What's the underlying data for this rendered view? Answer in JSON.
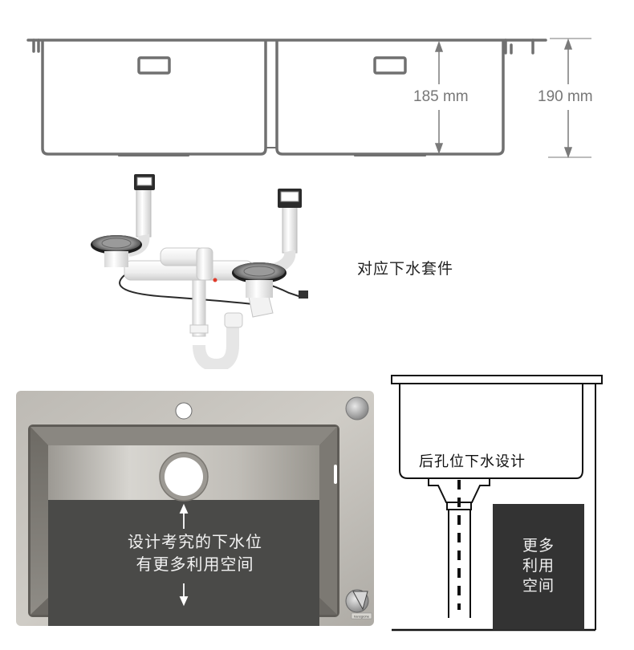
{
  "top_drawing": {
    "inner_depth_label": "185 mm",
    "outer_depth_label": "190 mm",
    "line_color": "#6f6f6f"
  },
  "drain_kit": {
    "label": "对应下水套件"
  },
  "sink_photo": {
    "overlay_line1": "设计考究的下水位",
    "overlay_line2": "有更多利用空间",
    "brand_badge": "hansgrohe",
    "overlay_color": "#4a4a48"
  },
  "side_diagram": {
    "label": "后孔位下水设计",
    "space_line1": "更多",
    "space_line2": "利用",
    "space_line3": "空间",
    "space_color": "#333333"
  }
}
